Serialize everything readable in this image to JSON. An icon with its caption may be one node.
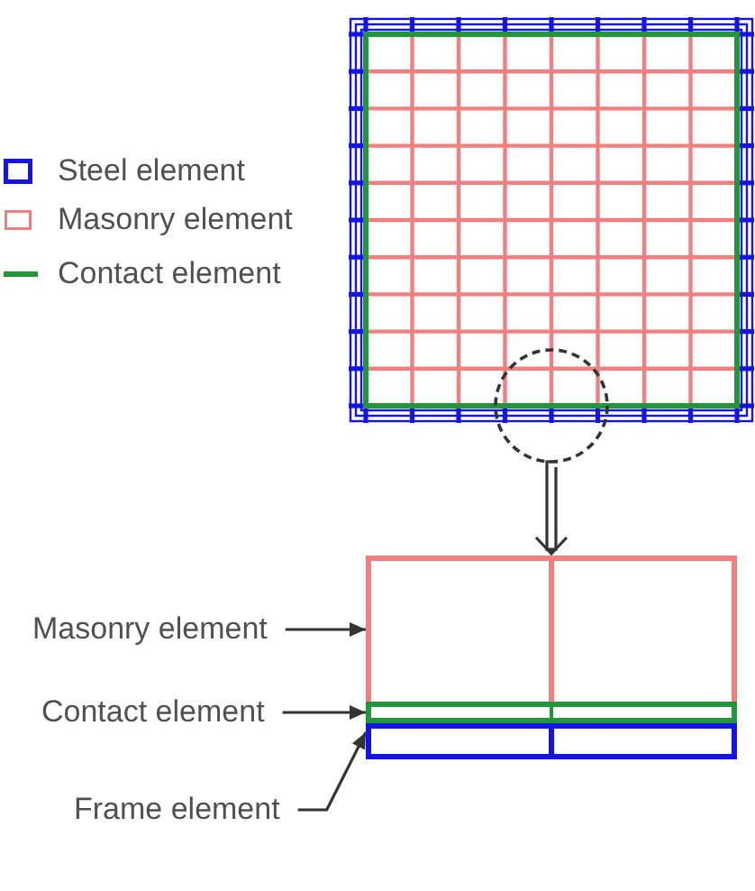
{
  "diagram": {
    "nodes": [
      {
        "text": [],
        "shape": "circle"
      },
      {
        "text": [],
        "shape": "box"
      },
      {
        "text": [],
        "shape": "bar"
      },
      {
        "text": [],
        "shape": "box"
      },
      {
        "text": [
          "Masonry element"
        ]
      },
      {
        "text": [
          "Contact element"
        ]
      },
      {
        "text": [
          "Frame element"
        ]
      }
    ],
    "edges": [
      {
        "from": 0,
        "to": 1,
        "arrow": "to"
      },
      {
        "from": 4,
        "to": 1,
        "arrow": "to"
      },
      {
        "from": 5,
        "to": 2,
        "arrow": "to"
      },
      {
        "from": 6,
        "to": 3,
        "arrow": "to"
      }
    ],
    "legend": [
      {
        "text": "Steel element",
        "color": "#1414e6"
      },
      {
        "text": "Masonry element",
        "color": "#f08080"
      },
      {
        "text": "Contact element",
        "color": "#21963a"
      }
    ]
  }
}
